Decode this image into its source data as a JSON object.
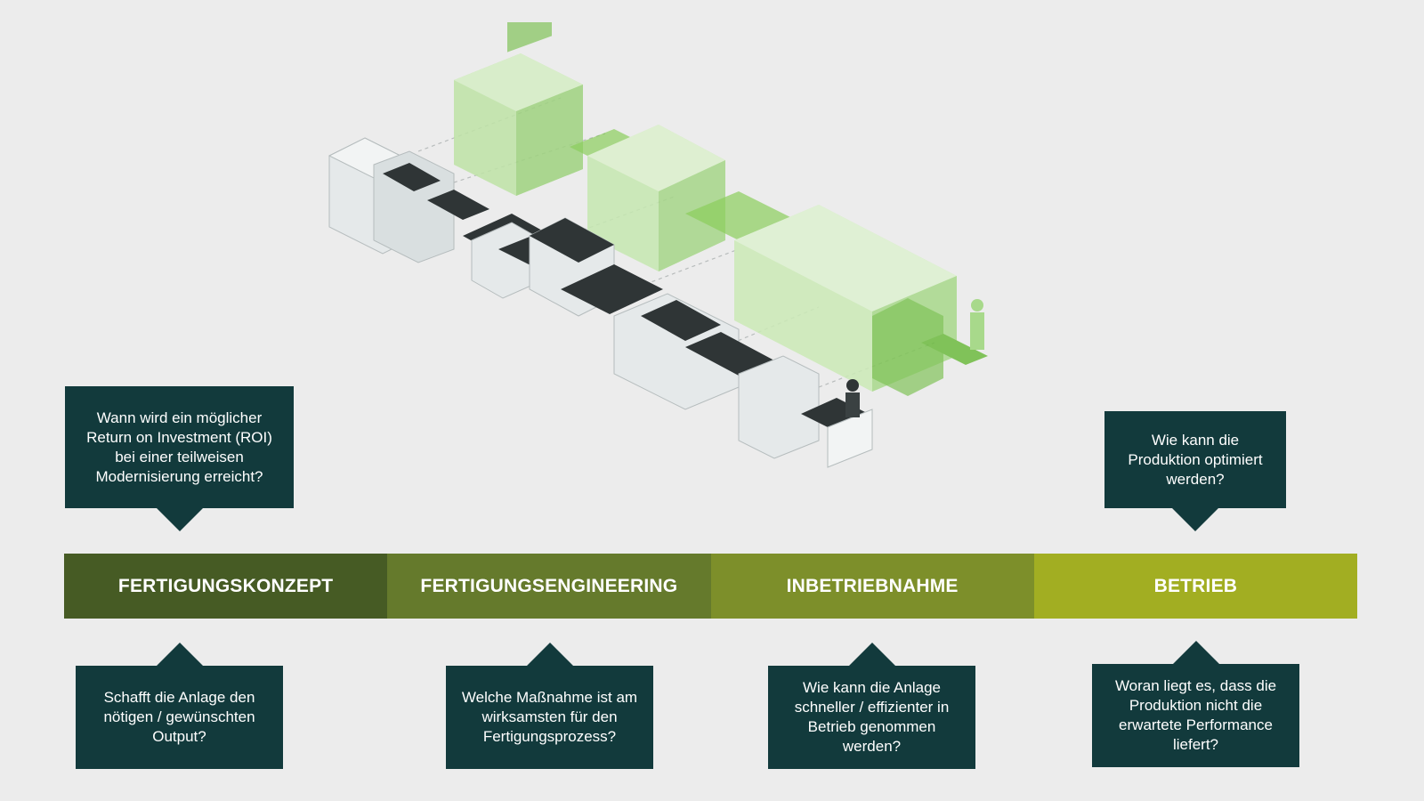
{
  "phases": [
    {
      "label": "FERTIGUNGSKONZEPT",
      "color": "#465b24"
    },
    {
      "label": "FERTIGUNGSENGINEERING",
      "color": "#657a2c"
    },
    {
      "label": "INBETRIEBNAHME",
      "color": "#7d8f2a"
    },
    {
      "label": "BETRIEB",
      "color": "#a2ae22"
    }
  ],
  "questions": {
    "top_roi": "Wann wird ein möglicher Return on Investment (ROI) bei einer teilweisen Modernisierung erreicht?",
    "top_optimize": "Wie kann die Produktion optimiert werden?",
    "bottom_output": "Schafft die Anlage den nötigen / gewünschten Output?",
    "bottom_measure": "Welche Maßnahme ist am wirksamsten für den Fertigungsprozess?",
    "bottom_commission": "Wie kann die Anlage schneller / effizienter in Betrieb genommen werden?",
    "bottom_performance": "Woran liegt es, dass die Produktion nicht die erwartete Performance liefert?"
  },
  "colors": {
    "background": "#ececec",
    "callout": "#123a3c",
    "machine_grey": "#d9dfe0",
    "machine_dark": "#2f3536",
    "machine_green": "#7ac943"
  }
}
